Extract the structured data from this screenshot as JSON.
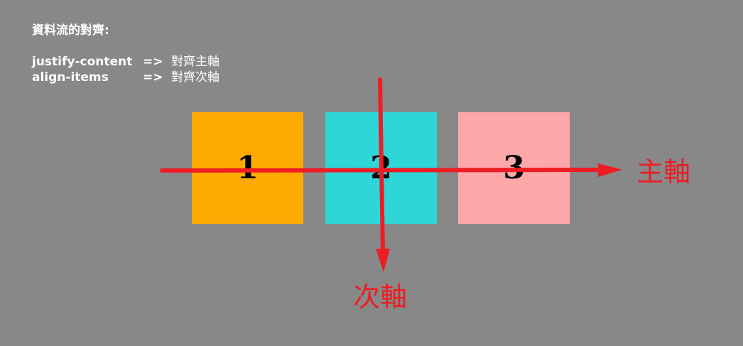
{
  "notes": {
    "title": "資料流的對齊:",
    "rows": [
      {
        "key": "justify-content",
        "arrow": "=>",
        "desc": "對齊主軸"
      },
      {
        "key": "align-items",
        "arrow": "=>",
        "desc": "對齊次軸"
      }
    ]
  },
  "boxes": [
    {
      "label": "1",
      "color": "#FFAA00"
    },
    {
      "label": "2",
      "color": "#2ED6D8"
    },
    {
      "label": "3",
      "color": "#FFA8AA"
    }
  ],
  "axes": {
    "main_label": "主軸",
    "cross_label": "次軸",
    "color": "#EE1C24"
  },
  "background": "#888888"
}
